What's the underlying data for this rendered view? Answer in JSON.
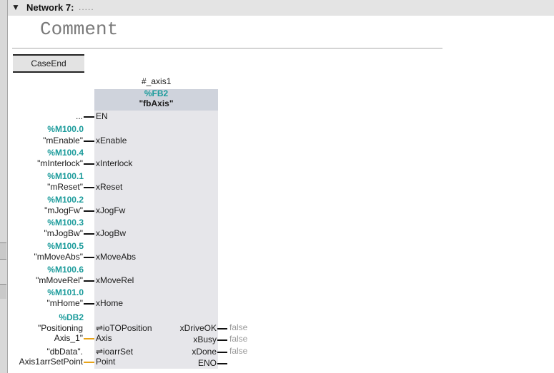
{
  "network": {
    "arrow": "▼",
    "title": "Network 7:",
    "dots": "....."
  },
  "comment": "Comment",
  "case_end": "CaseEnd",
  "block": {
    "instance": "#_axis1",
    "number": "%FB2",
    "name": "\"fbAxis\""
  },
  "inputs": [
    {
      "addr": "",
      "tag": "...",
      "pin": "EN"
    },
    {
      "addr": "%M100.0",
      "tag": "\"mEnable\"",
      "pin": "xEnable"
    },
    {
      "addr": "%M100.4",
      "tag": "\"mInterlock\"",
      "pin": "xInterlock"
    },
    {
      "addr": "%M100.1",
      "tag": "\"mReset\"",
      "pin": "xReset"
    },
    {
      "addr": "%M100.2",
      "tag": "\"mJogFw\"",
      "pin": "xJogFw"
    },
    {
      "addr": "%M100.3",
      "tag": "\"mJogBw\"",
      "pin": "xJogBw"
    },
    {
      "addr": "%M100.5",
      "tag": "\"mMoveAbs\"",
      "pin": "xMoveAbs"
    },
    {
      "addr": "%M100.6",
      "tag": "\"mMoveRel\"",
      "pin": "xMoveRel"
    },
    {
      "addr": "%M101.0",
      "tag": "\"mHome\"",
      "pin": "xHome"
    }
  ],
  "inout": [
    {
      "addr": "%DB2",
      "tag1": "\"Positioning",
      "tag2": "Axis_1\"",
      "pin1": "⇌ioTOPosition",
      "pin2": "Axis"
    },
    {
      "addr": "",
      "tag1": "\"dbData\".",
      "tag2": "Axis1arrSetPoint",
      "pin1": "⇌ioarrSet",
      "pin2": "Point"
    }
  ],
  "outputs": [
    {
      "pin": "xDriveOK",
      "value": "false"
    },
    {
      "pin": "xBusy",
      "value": "false"
    },
    {
      "pin": "xDone",
      "value": "false"
    },
    {
      "pin": "ENO",
      "value": ""
    }
  ],
  "colors": {
    "address": "#1b9b9b",
    "inout_wire": "#e8a317",
    "block_fill": "#e6e6ea"
  }
}
